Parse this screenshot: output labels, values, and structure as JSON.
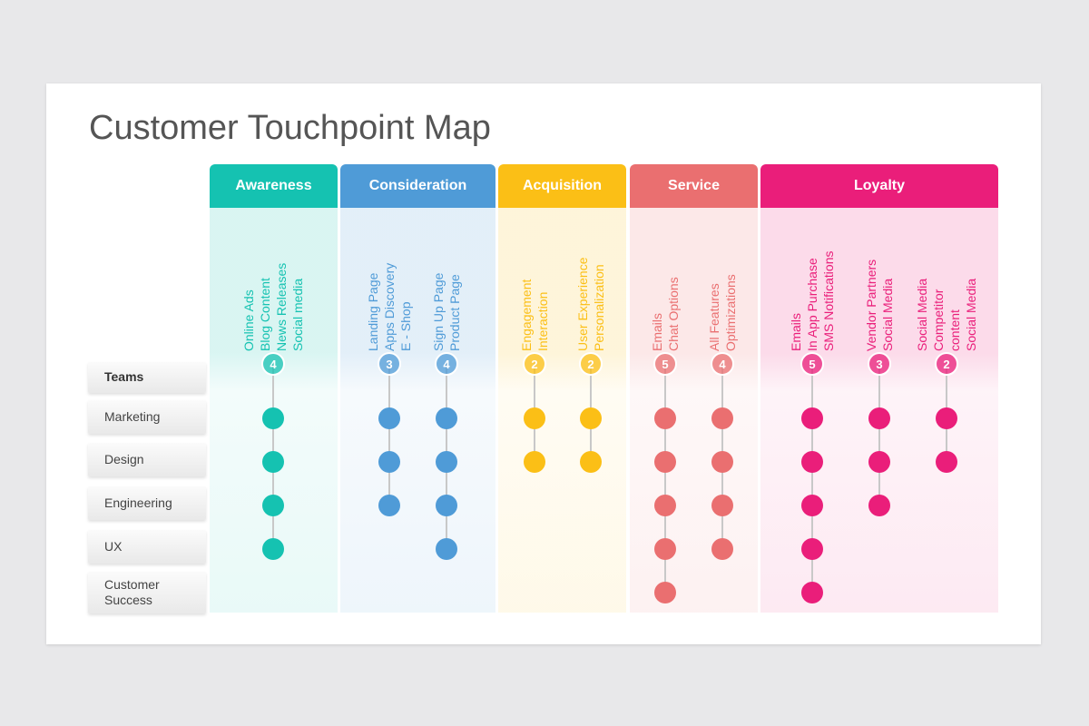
{
  "title": "Customer Touchpoint Map",
  "teams": {
    "header": "Teams",
    "rows": [
      "Marketing",
      "Design",
      "Engineering",
      "UX",
      "Customer\nSuccess"
    ]
  },
  "stages": [
    {
      "name": "Awareness",
      "color": "#15c2b1",
      "light": "#dff7f3",
      "columns": [
        {
          "lines": [
            "Online Ads",
            "Blog  Content",
            "News Releases",
            "Social media"
          ],
          "count": "4",
          "teams": [
            1,
            1,
            1,
            1,
            0
          ]
        }
      ]
    },
    {
      "name": "Consideration",
      "color": "#4f9bd7",
      "light": "#e3eef9",
      "columns": [
        {
          "lines": [
            "Landing Page",
            "Apps Discovery",
            "E - Shop"
          ],
          "count": "3",
          "teams": [
            1,
            1,
            1,
            0,
            0
          ]
        },
        {
          "lines": [
            "Sign Up Page",
            "Product Page"
          ],
          "count": "4",
          "teams": [
            1,
            1,
            1,
            1,
            0
          ]
        }
      ]
    },
    {
      "name": "Acquisition",
      "color": "#fbbf16",
      "light": "#fdf2d3",
      "columns": [
        {
          "lines": [
            "Engagement",
            "Interaction"
          ],
          "count": "2",
          "teams": [
            1,
            1,
            0,
            0,
            0
          ]
        },
        {
          "lines": [
            "User Experience",
            "Personalization"
          ],
          "count": "2",
          "teams": [
            1,
            1,
            0,
            0,
            0
          ]
        }
      ]
    },
    {
      "name": "Service",
      "color": "#ea6f70",
      "light": "#fbe3e3",
      "columns": [
        {
          "lines": [
            "Emails",
            "Chat Options"
          ],
          "count": "5",
          "teams": [
            1,
            1,
            1,
            1,
            1
          ]
        },
        {
          "lines": [
            "All Features",
            "Optimizations"
          ],
          "count": "4",
          "teams": [
            1,
            1,
            1,
            1,
            0
          ]
        }
      ]
    },
    {
      "name": "Loyalty",
      "color": "#ea1e7a",
      "light": "#fcdeeb",
      "columns": [
        {
          "lines": [
            "Emails",
            "In App Purchase",
            "SMS Notifications"
          ],
          "count": "5",
          "teams": [
            1,
            1,
            1,
            1,
            1
          ]
        },
        {
          "lines": [
            "Vendor Partners",
            "Social Media"
          ],
          "count": "3",
          "teams": [
            1,
            1,
            1,
            0,
            0
          ]
        },
        {
          "lines": [
            "Social Media",
            "Competitor",
            "content",
            "Social Media"
          ],
          "count": "2",
          "teams": [
            1,
            1,
            0,
            0,
            0
          ]
        }
      ]
    }
  ]
}
